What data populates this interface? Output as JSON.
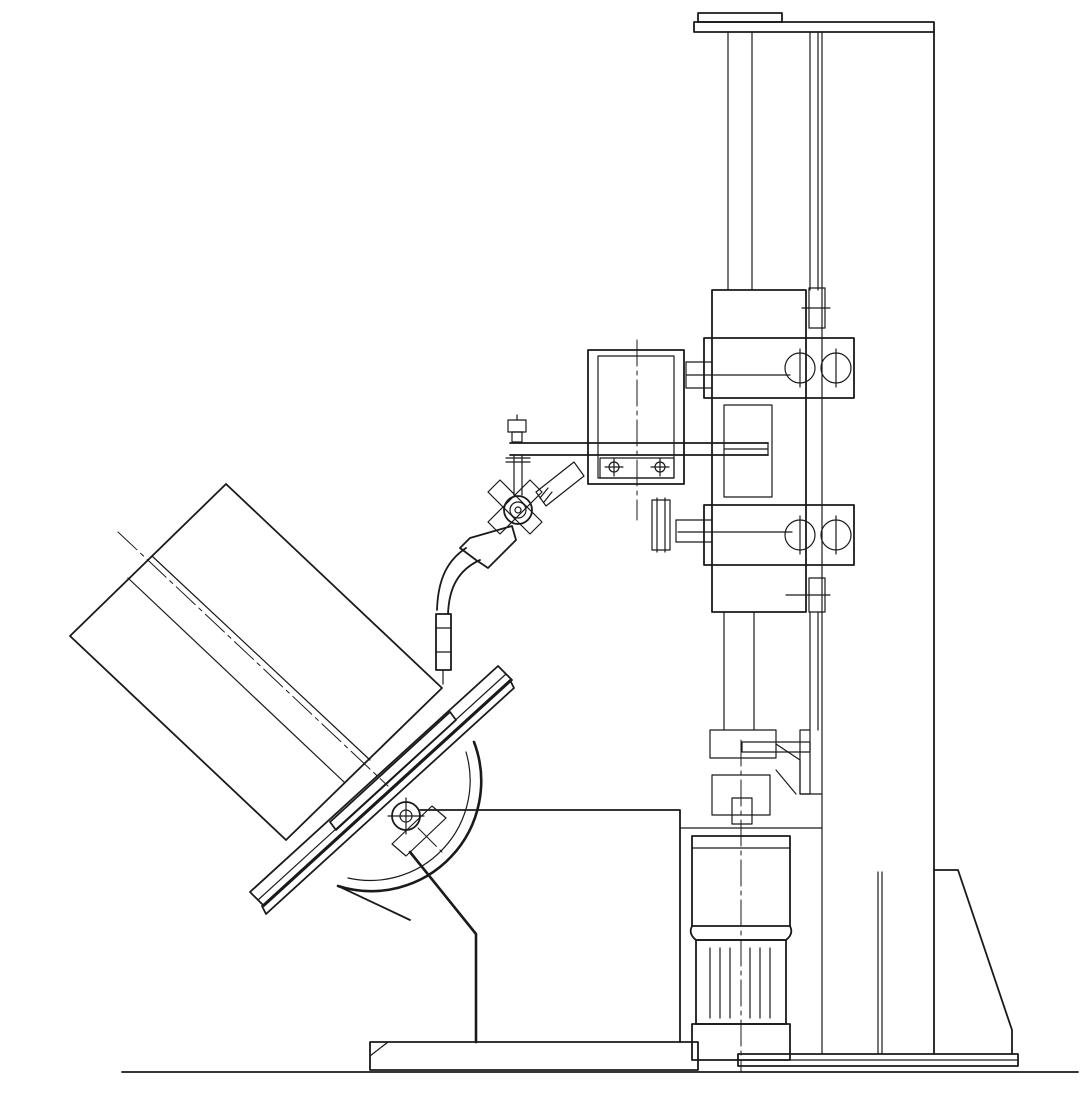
{
  "drawing": {
    "stroke_color": "#1a1a1a",
    "background_color": "#ffffff",
    "components": [
      "ground-line",
      "column-mast",
      "boom-carriage",
      "cross-arm",
      "torch-holder",
      "welding-torch",
      "tilting-positioner",
      "workpiece-cylinder",
      "drive-motor",
      "column-base"
    ]
  }
}
